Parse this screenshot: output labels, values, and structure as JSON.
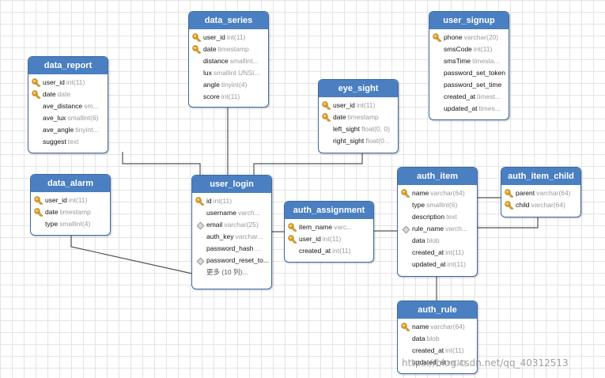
{
  "tables": {
    "data_series": {
      "title": "data_series",
      "rows": [
        {
          "name": "user_id",
          "type": "int(11)",
          "icon": "key-icon"
        },
        {
          "name": "date",
          "type": "timestamp",
          "icon": "key-icon"
        },
        {
          "name": "distance",
          "type": "smallint...",
          "icon": ""
        },
        {
          "name": "lux",
          "type": "smallint UNSI...",
          "icon": ""
        },
        {
          "name": "angle",
          "type": "tinyint(4)",
          "icon": ""
        },
        {
          "name": "score",
          "type": "int(11)",
          "icon": ""
        }
      ]
    },
    "user_signup": {
      "title": "user_signup",
      "rows": [
        {
          "name": "phone",
          "type": "varchar(20)",
          "icon": "key-icon"
        },
        {
          "name": "smsCode",
          "type": "int(11)",
          "icon": ""
        },
        {
          "name": "smsTime",
          "type": "timesta...",
          "icon": ""
        },
        {
          "name": "password_set_token",
          "type": "",
          "icon": ""
        },
        {
          "name": "password_set_time",
          "type": "",
          "icon": ""
        },
        {
          "name": "created_at",
          "type": "timest...",
          "icon": ""
        },
        {
          "name": "updated_at",
          "type": "times...",
          "icon": ""
        }
      ]
    },
    "data_report": {
      "title": "data_report",
      "rows": [
        {
          "name": "user_id",
          "type": "int(11)",
          "icon": "key-icon"
        },
        {
          "name": "date",
          "type": "date",
          "icon": "key-icon"
        },
        {
          "name": "ave_distance",
          "type": "sm...",
          "icon": ""
        },
        {
          "name": "ave_lux",
          "type": "smallint(6)",
          "icon": ""
        },
        {
          "name": "ave_angle",
          "type": "tinyint...",
          "icon": ""
        },
        {
          "name": "suggest",
          "type": "text",
          "icon": ""
        }
      ]
    },
    "eye_sight": {
      "title": "eye_sight",
      "rows": [
        {
          "name": "user_id",
          "type": "int(11)",
          "icon": "key-icon"
        },
        {
          "name": "date",
          "type": "timestamp",
          "icon": "key-icon"
        },
        {
          "name": "left_sight",
          "type": "float(0, 0)",
          "icon": ""
        },
        {
          "name": "right_sight",
          "type": "float(0...",
          "icon": ""
        }
      ]
    },
    "data_alarm": {
      "title": "data_alarm",
      "rows": [
        {
          "name": "user_id",
          "type": "int(11)",
          "icon": "key-icon"
        },
        {
          "name": "date",
          "type": "timestamp",
          "icon": "key-icon"
        },
        {
          "name": "type",
          "type": "smallint(4)",
          "icon": ""
        }
      ]
    },
    "user_login": {
      "title": "user_login",
      "rows": [
        {
          "name": "id",
          "type": "int(11)",
          "icon": "key-icon"
        },
        {
          "name": "username",
          "type": "varch...",
          "icon": ""
        },
        {
          "name": "email",
          "type": "varchar(25)",
          "icon": "diamond-icon"
        },
        {
          "name": "auth_key",
          "type": "varchar...",
          "icon": ""
        },
        {
          "name": "password_hash",
          "type": "...",
          "icon": ""
        },
        {
          "name": "password_reset_to...",
          "type": "",
          "icon": "diamond-icon"
        }
      ],
      "more": "更多 (10 列)..."
    },
    "auth_assignment": {
      "title": "auth_assignment",
      "rows": [
        {
          "name": "item_name",
          "type": "varc...",
          "icon": "key-icon"
        },
        {
          "name": "user_id",
          "type": "int(11)",
          "icon": "key-icon"
        },
        {
          "name": "created_at",
          "type": "int(11)",
          "icon": ""
        }
      ]
    },
    "auth_item": {
      "title": "auth_item",
      "rows": [
        {
          "name": "name",
          "type": "varchar(64)",
          "icon": "key-icon"
        },
        {
          "name": "type",
          "type": "smallint(6)",
          "icon": ""
        },
        {
          "name": "description",
          "type": "text",
          "icon": ""
        },
        {
          "name": "rule_name",
          "type": "varch...",
          "icon": "diamond-icon"
        },
        {
          "name": "data",
          "type": "blob",
          "icon": ""
        },
        {
          "name": "created_at",
          "type": "int(11)",
          "icon": ""
        },
        {
          "name": "updated_at",
          "type": "int(11)",
          "icon": ""
        }
      ]
    },
    "auth_item_child": {
      "title": "auth_item_child",
      "rows": [
        {
          "name": "parent",
          "type": "varchar(64)",
          "icon": "key-icon"
        },
        {
          "name": "child",
          "type": "varchar(64)",
          "icon": "key-icon"
        }
      ]
    },
    "auth_rule": {
      "title": "auth_rule",
      "rows": [
        {
          "name": "name",
          "type": "varchar(64)",
          "icon": "key-icon"
        },
        {
          "name": "data",
          "type": "blob",
          "icon": ""
        },
        {
          "name": "created_at",
          "type": "int(11)",
          "icon": ""
        },
        {
          "name": "updated_at",
          "type": "int(11)",
          "icon": ""
        }
      ]
    }
  },
  "watermark": "https://blog.csdn.net/qq_40312513",
  "colors": {
    "header": "#4a7fc1",
    "border": "#3d6aa4",
    "key": "#e5a92c",
    "type_text": "#9a9a9a",
    "link": "#555555"
  }
}
